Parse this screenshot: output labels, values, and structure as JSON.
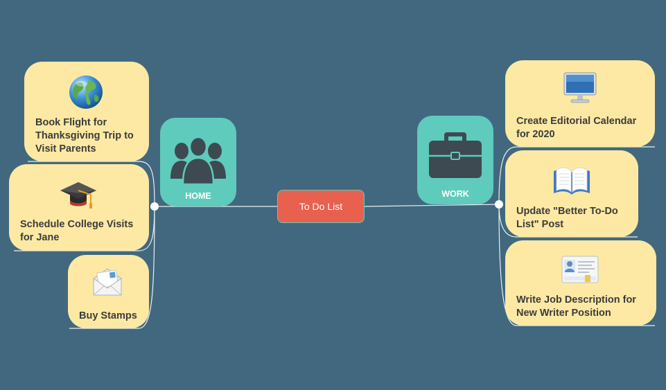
{
  "central": {
    "label": "To Do List"
  },
  "home": {
    "label": "HOME",
    "icon": "people-group-icon",
    "items": [
      {
        "label": "Book Flight for Thanksgiving Trip to Visit Parents",
        "icon": "globe-icon"
      },
      {
        "label": "Schedule College Visits for Jane",
        "icon": "graduation-cap-icon"
      },
      {
        "label": "Buy Stamps",
        "icon": "envelope-icon"
      }
    ]
  },
  "work": {
    "label": "WORK",
    "icon": "briefcase-icon",
    "items": [
      {
        "label": "Create Editorial Calendar for 2020",
        "icon": "computer-monitor-icon"
      },
      {
        "label": "Update \"Better To-Do List\" Post",
        "icon": "open-book-icon"
      },
      {
        "label": "Write Job Description for New Writer Position",
        "icon": "id-card-icon"
      }
    ]
  },
  "colors": {
    "background": "#41687f",
    "central": "#e8614f",
    "category": "#5ecbbc",
    "task": "#fde9a3",
    "connector": "#ffffff"
  }
}
